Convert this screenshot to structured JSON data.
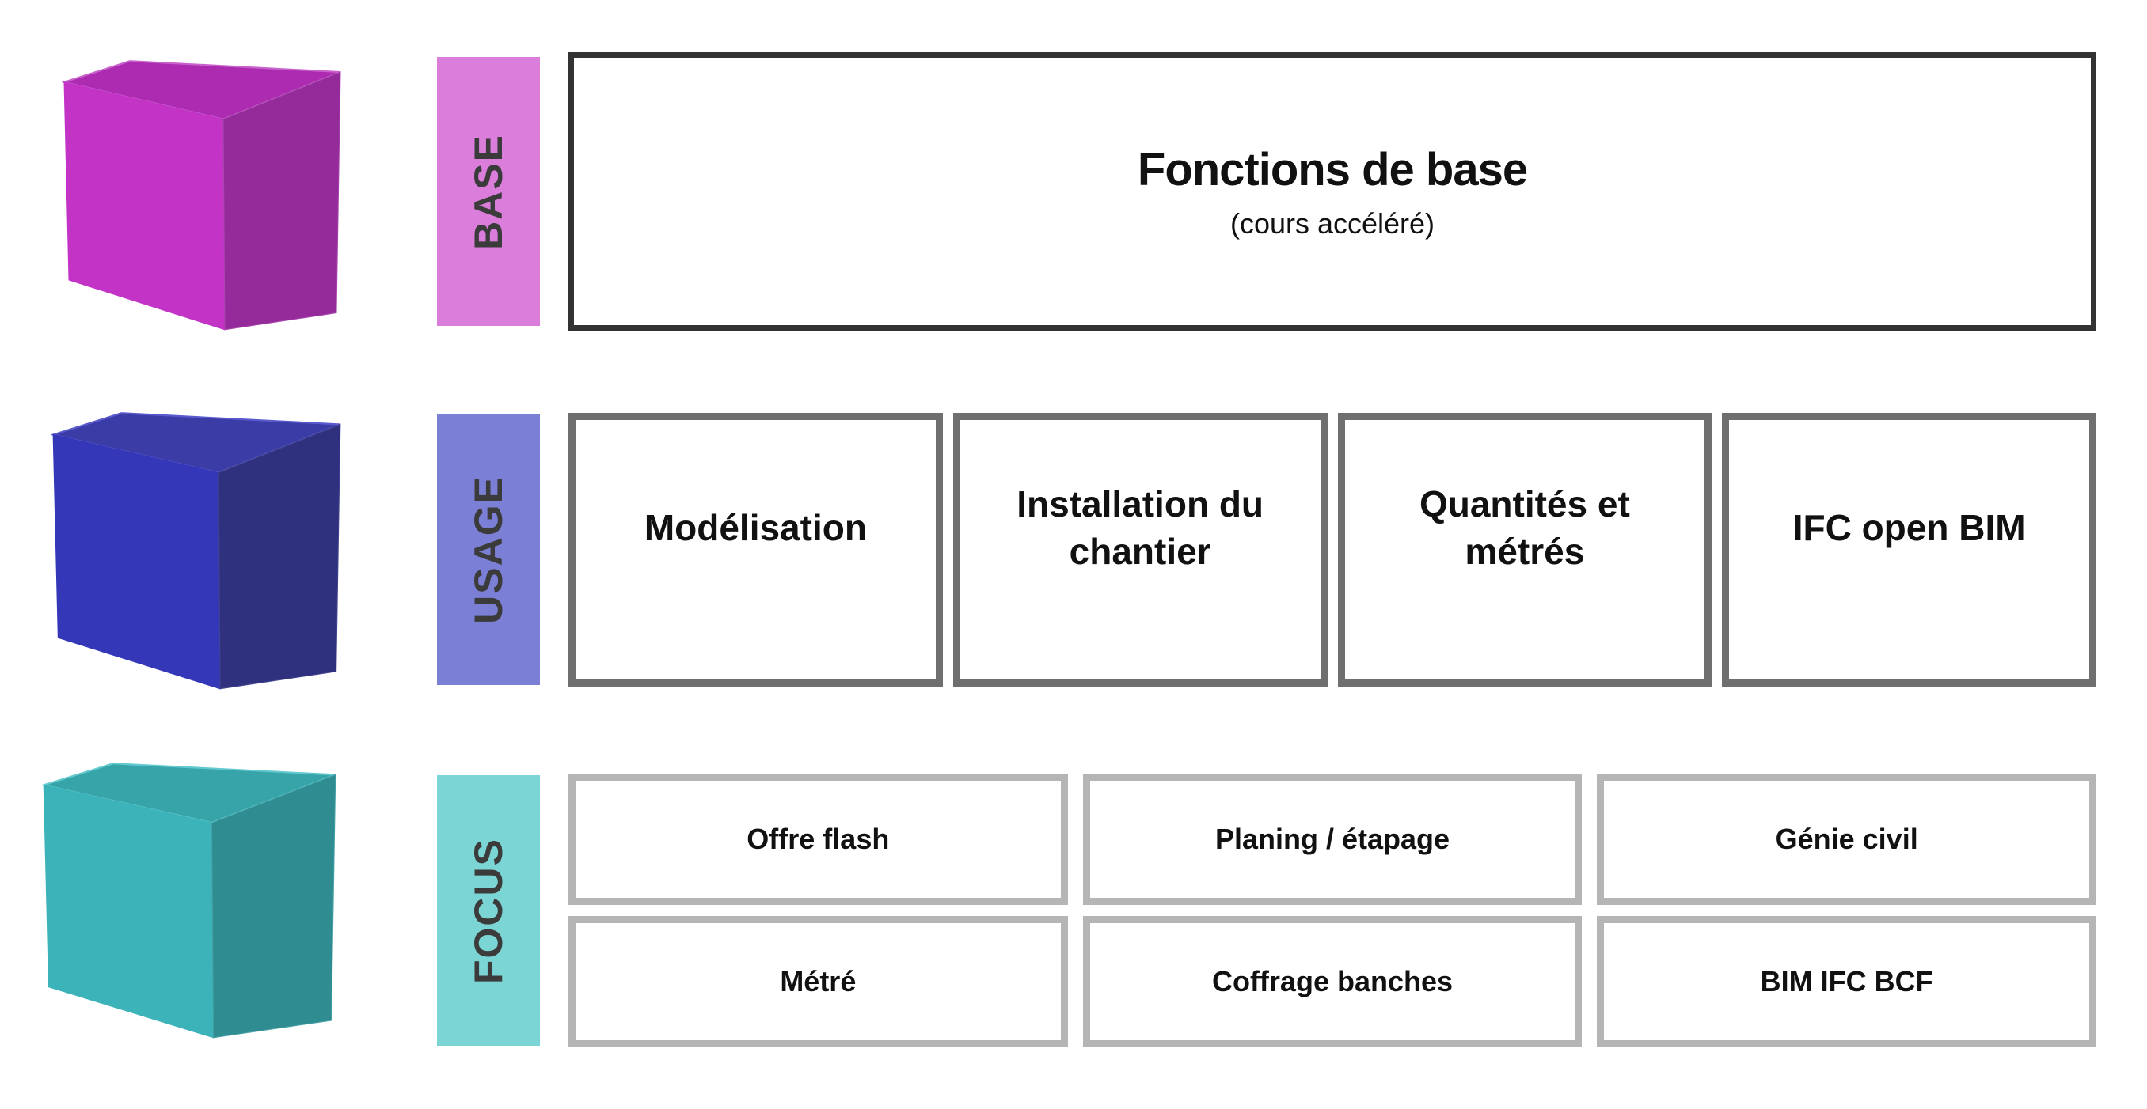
{
  "diagram": {
    "rows": {
      "base": {
        "tag": "BASE",
        "tag_bg": "#db7edb",
        "title": "Fonctions de base",
        "subtitle": "(cours accéléré)",
        "box_border": "#333333",
        "cube_colors": {
          "left": "#c233c6",
          "right": "#952b9b",
          "top": "#ac2bb1"
        }
      },
      "usage": {
        "tag": "USAGE",
        "tag_bg": "#7b80d6",
        "box_border": "#6f6f6f",
        "boxes": [
          {
            "label": "Modélisation"
          },
          {
            "label": "Installation du\nchantier"
          },
          {
            "label": "Quantités et\nmétrés"
          },
          {
            "label": "IFC open BIM"
          }
        ],
        "cube_colors": {
          "left": "#3437b8",
          "right": "#30317e",
          "top": "#3c3ca6"
        }
      },
      "focus": {
        "tag": "FOCUS",
        "tag_bg": "#7cd5d5",
        "box_border": "#b5b5b5",
        "boxes": [
          {
            "label": "Offre flash"
          },
          {
            "label": "Planing / étapage"
          },
          {
            "label": "Génie civil"
          },
          {
            "label": "Métré"
          },
          {
            "label": "Coffrage banches"
          },
          {
            "label": "BIM IFC BCF"
          }
        ],
        "cube_colors": {
          "left": "#3cb3b9",
          "right": "#2f8d91",
          "top": "#36a4a9"
        }
      }
    },
    "tag_text_color": "#3b3b3b",
    "background": "#ffffff"
  }
}
